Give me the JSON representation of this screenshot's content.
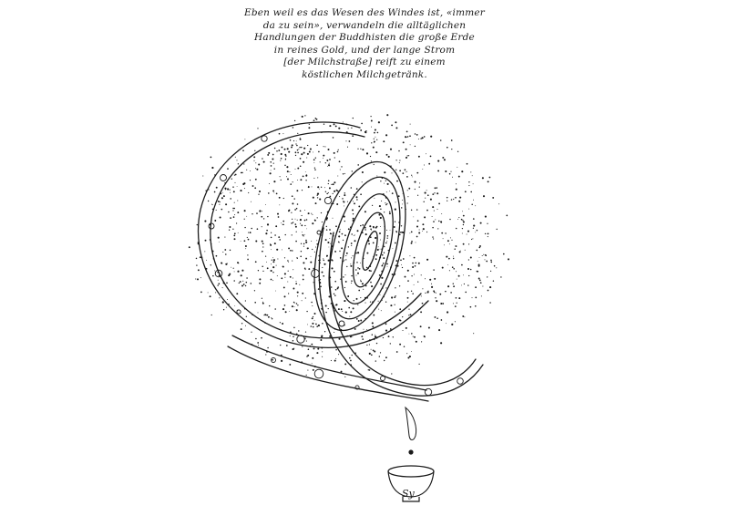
{
  "caption": {
    "lines": [
      "Eben weil es das Wesen des Windes ist, «immer",
      "da zu sein», verwandeln die alltäglichen",
      "Handlungen der Buddhisten die große Erde",
      "in reines Gold, und der lange Strom",
      "[der Milchstraße] reift zu einem",
      "köstlichen Milchgetränk."
    ]
  },
  "signature": "Sy",
  "colors": {
    "ink": "#1a1a1a",
    "paper": "#ffffff"
  }
}
